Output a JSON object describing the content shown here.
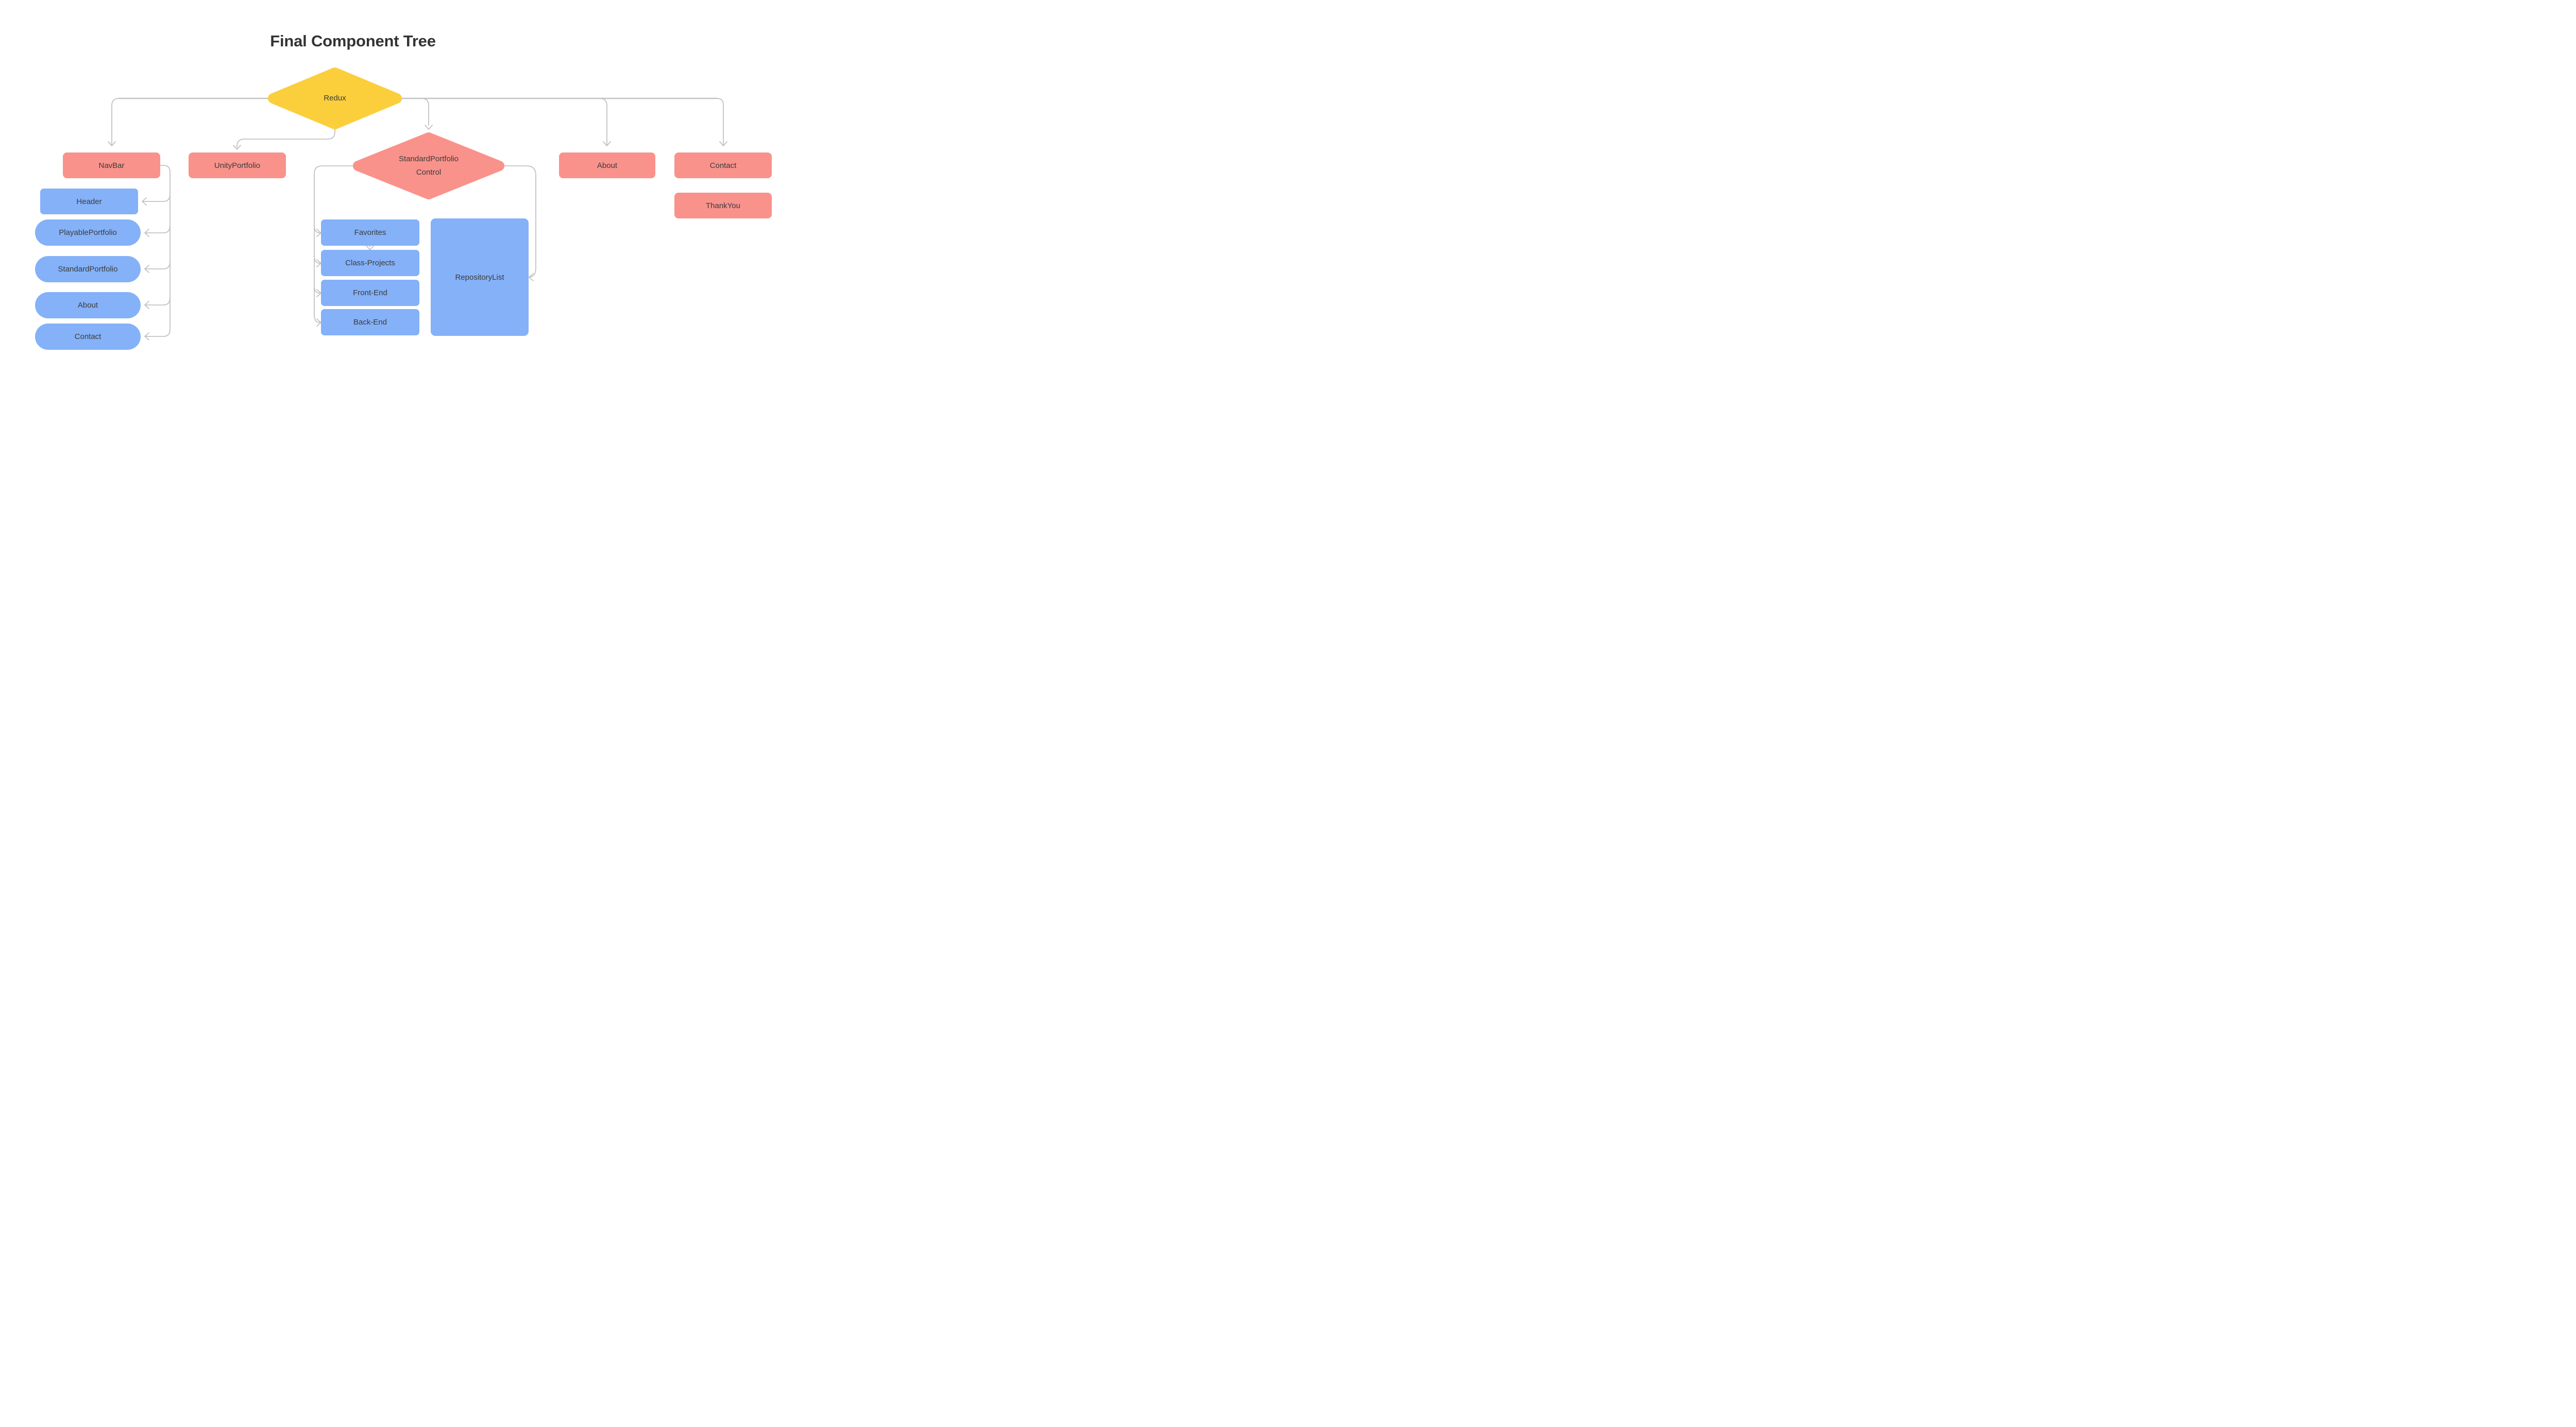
{
  "title": "Final Component Tree",
  "colors": {
    "yellow": "#FBCE3C",
    "red": "#F9928B",
    "blue": "#84B1F8",
    "line": "#C2C2C2",
    "text": "#3B3B3B",
    "title": "#333333"
  },
  "nodes": {
    "redux": {
      "label": "Redux",
      "shape": "diamond",
      "color": "yellow"
    },
    "standard_portfolio_control": {
      "line1": "StandardPortfolio",
      "line2": "Control",
      "shape": "diamond",
      "color": "red"
    },
    "navbar": {
      "label": "NavBar",
      "shape": "rect",
      "color": "red"
    },
    "unity_portfolio": {
      "label": "UnityPortfolio",
      "shape": "rect",
      "color": "red"
    },
    "about_page": {
      "label": "About",
      "shape": "rect",
      "color": "red"
    },
    "contact_page": {
      "label": "Contact",
      "shape": "rect",
      "color": "red"
    },
    "thank_you": {
      "label": "ThankYou",
      "shape": "rect",
      "color": "red"
    },
    "header": {
      "label": "Header",
      "shape": "rect",
      "color": "blue"
    },
    "playable_portfolio": {
      "label": "PlayablePortfolio",
      "shape": "pill",
      "color": "blue"
    },
    "standard_portfolio": {
      "label": "StandardPortfolio",
      "shape": "pill",
      "color": "blue"
    },
    "about_nav": {
      "label": "About",
      "shape": "pill",
      "color": "blue"
    },
    "contact_nav": {
      "label": "Contact",
      "shape": "pill",
      "color": "blue"
    },
    "favorites": {
      "label": "Favorites",
      "shape": "rect",
      "color": "blue"
    },
    "class_projects": {
      "label": "Class-Projects",
      "shape": "rect",
      "color": "blue"
    },
    "front_end": {
      "label": "Front-End",
      "shape": "rect",
      "color": "blue"
    },
    "back_end": {
      "label": "Back-End",
      "shape": "rect",
      "color": "blue"
    },
    "repository_list": {
      "label": "RepositoryList",
      "shape": "rect",
      "color": "blue"
    }
  },
  "edges": [
    {
      "from": "Redux",
      "to": "NavBar"
    },
    {
      "from": "Redux",
      "to": "UnityPortfolio"
    },
    {
      "from": "Redux",
      "to": "StandardPortfolio Control"
    },
    {
      "from": "Redux",
      "to": "About"
    },
    {
      "from": "Redux",
      "to": "Contact"
    },
    {
      "from": "NavBar",
      "to": "Header"
    },
    {
      "from": "NavBar",
      "to": "PlayablePortfolio"
    },
    {
      "from": "NavBar",
      "to": "StandardPortfolio"
    },
    {
      "from": "NavBar",
      "to": "About (nav)"
    },
    {
      "from": "NavBar",
      "to": "Contact (nav)"
    },
    {
      "from": "Favorites",
      "to": "Class-Projects"
    },
    {
      "from": "StandardPortfolio Control",
      "to": "Favorites"
    },
    {
      "from": "StandardPortfolio Control",
      "to": "Class-Projects"
    },
    {
      "from": "StandardPortfolio Control",
      "to": "Front-End"
    },
    {
      "from": "StandardPortfolio Control",
      "to": "Back-End"
    },
    {
      "from": "StandardPortfolio Control",
      "to": "RepositoryList"
    }
  ]
}
